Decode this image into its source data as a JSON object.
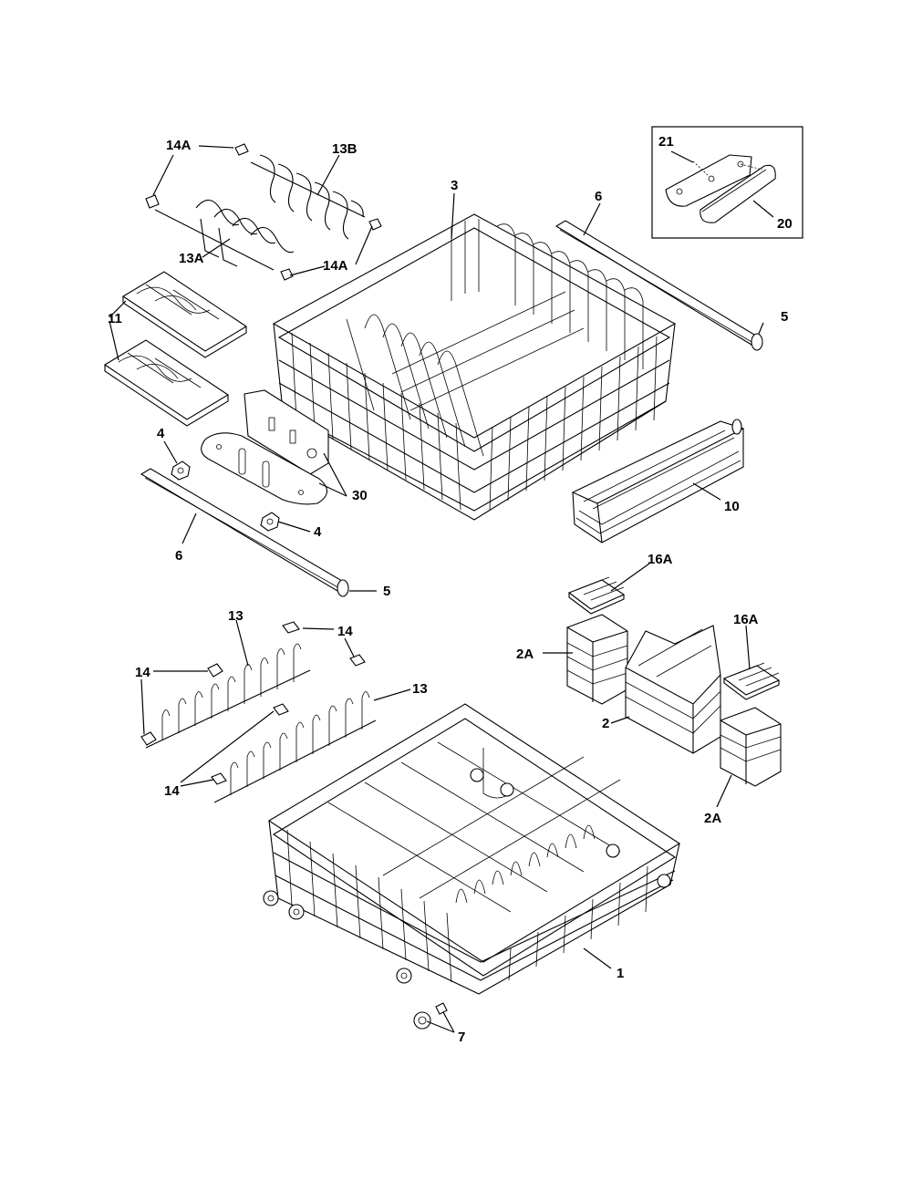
{
  "labels": {
    "l14a_top": "14A",
    "l13b": "13B",
    "l13a": "13A",
    "l14a_mid": "14A",
    "l3": "3",
    "l6_top": "6",
    "l21": "21",
    "l20": "20",
    "l5_top": "5",
    "l11": "11",
    "l4_top": "4",
    "l30": "30",
    "l4_bot": "4",
    "l6_bot": "6",
    "l5_bot": "5",
    "l10": "10",
    "l16a_top": "16A",
    "l16a_right": "16A",
    "l2a_top": "2A",
    "l2": "2",
    "l2a_bot": "2A",
    "l13_left": "13",
    "l14_top": "14",
    "l14_left": "14",
    "l13_right": "13",
    "l14_bot": "14",
    "l1": "1",
    "l7": "7"
  }
}
